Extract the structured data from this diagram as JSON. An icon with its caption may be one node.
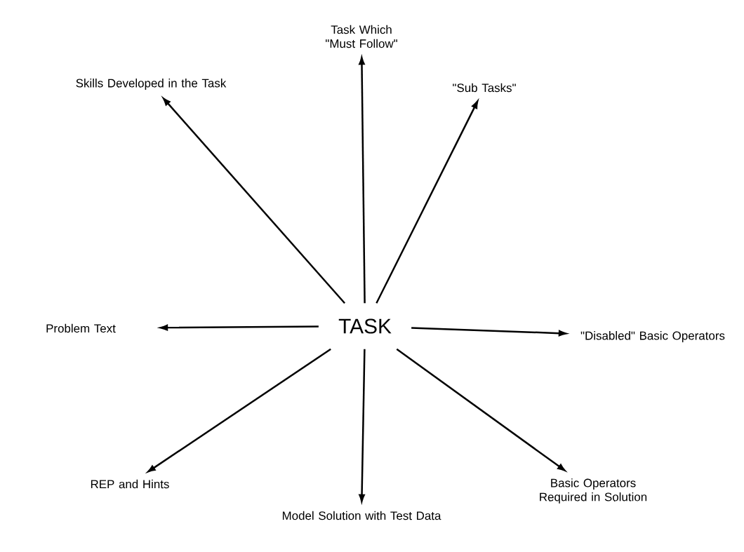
{
  "diagram": {
    "nodes": [
      {
        "text": [
          "TASK"
        ]
      },
      {
        "text": [
          "Task Which \"Must Follow\""
        ]
      },
      {
        "text": [
          "Skills Developed in the Task"
        ]
      },
      {
        "text": [
          "\"Sub Tasks\""
        ]
      },
      {
        "text": [
          "Problem Text"
        ]
      },
      {
        "text": [
          "\"Disabled\" Basic Operators"
        ]
      },
      {
        "text": [
          "REP and Hints"
        ]
      },
      {
        "text": [
          "Basic Operators Required in Solution"
        ]
      },
      {
        "text": [
          "Model Solution with Test Data"
        ]
      }
    ],
    "edges": [
      {
        "from": 0,
        "to": 1,
        "arrow": "to"
      },
      {
        "from": 0,
        "to": 2,
        "arrow": "to"
      },
      {
        "from": 0,
        "to": 3,
        "arrow": "to"
      },
      {
        "from": 0,
        "to": 4,
        "arrow": "to"
      },
      {
        "from": 0,
        "to": 5,
        "arrow": "to"
      },
      {
        "from": 0,
        "to": 6,
        "arrow": "to"
      },
      {
        "from": 0,
        "to": 7,
        "arrow": "to"
      },
      {
        "from": 0,
        "to": 8,
        "arrow": "to"
      }
    ]
  }
}
